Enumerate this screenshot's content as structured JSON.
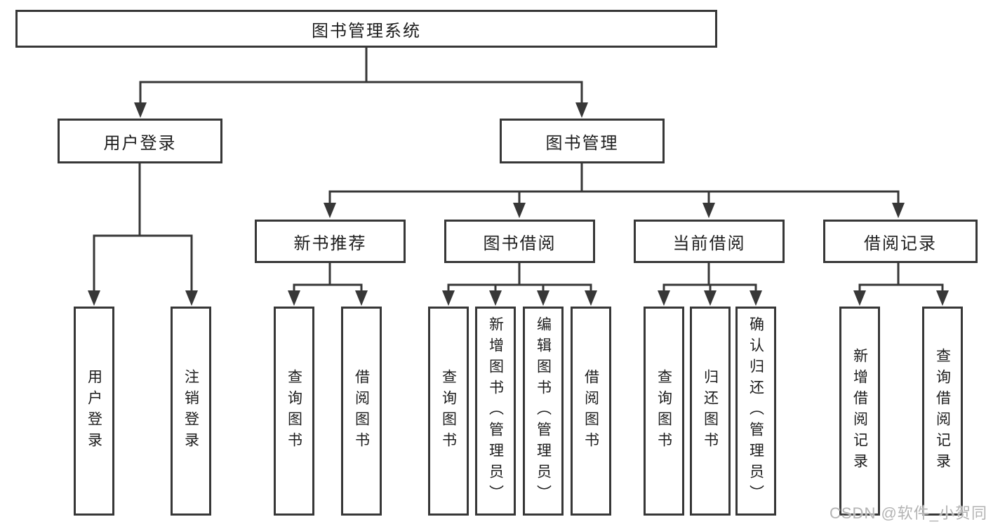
{
  "diagram": {
    "root": {
      "label": "图书管理系统"
    },
    "branches": [
      {
        "label": "用户登录",
        "children": [
          {
            "label": "用户登录"
          },
          {
            "label": "注销登录"
          }
        ]
      },
      {
        "label": "图书管理",
        "children": [
          {
            "label": "新书推荐",
            "children": [
              {
                "label": "查询图书"
              },
              {
                "label": "借阅图书"
              }
            ]
          },
          {
            "label": "图书借阅",
            "children": [
              {
                "label": "查询图书"
              },
              {
                "label": "新增图书（管理员）"
              },
              {
                "label": "编辑图书（管理员）"
              },
              {
                "label": "借阅图书"
              }
            ]
          },
          {
            "label": "当前借阅",
            "children": [
              {
                "label": "查询图书"
              },
              {
                "label": "归还图书"
              },
              {
                "label": "确认归还（管理员）"
              }
            ]
          },
          {
            "label": "借阅记录",
            "children": [
              {
                "label": "新增借阅记录"
              },
              {
                "label": "查询借阅记录"
              }
            ]
          }
        ]
      }
    ]
  },
  "watermark": {
    "text": "CSDN @软件_小贺同学"
  },
  "colors": {
    "line": "#373737",
    "box_border": "#373737",
    "box_fill": "#ffffff",
    "text": "#1d1d1d",
    "watermark": "#b3b3b3",
    "background": "#ffffff"
  }
}
